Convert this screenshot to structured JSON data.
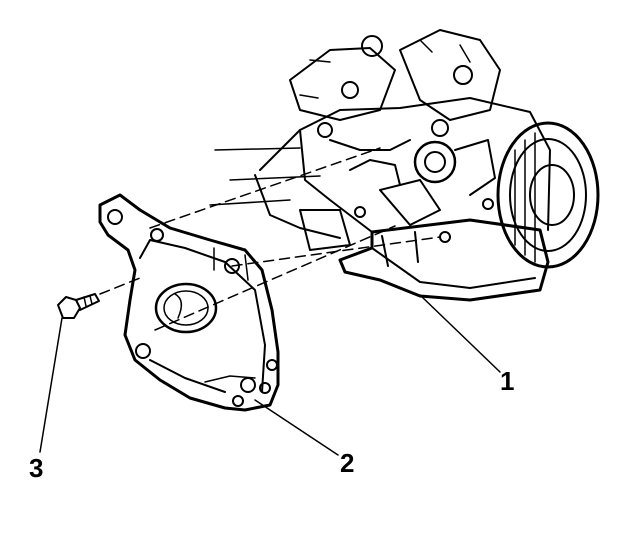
{
  "callouts": {
    "engine_label": "1",
    "cover_label": "2",
    "bolt_label": "3"
  },
  "colors": {
    "ink": "#000000",
    "paper": "#ffffff"
  }
}
